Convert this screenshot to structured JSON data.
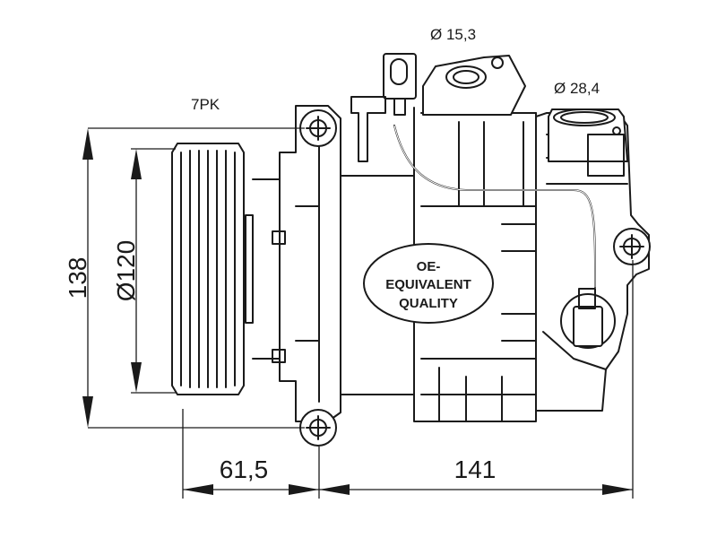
{
  "labels": {
    "pulley_ribs": "7PK",
    "port_small_diameter": "Ø 15,3",
    "port_large_diameter": "Ø 28,4",
    "height": "138",
    "pulley_diameter": "Ø120",
    "offset_width": "61,5",
    "body_width": "141"
  },
  "badge": {
    "line1": "OE-",
    "line2": "EQUIVALENT",
    "line3": "QUALITY"
  }
}
